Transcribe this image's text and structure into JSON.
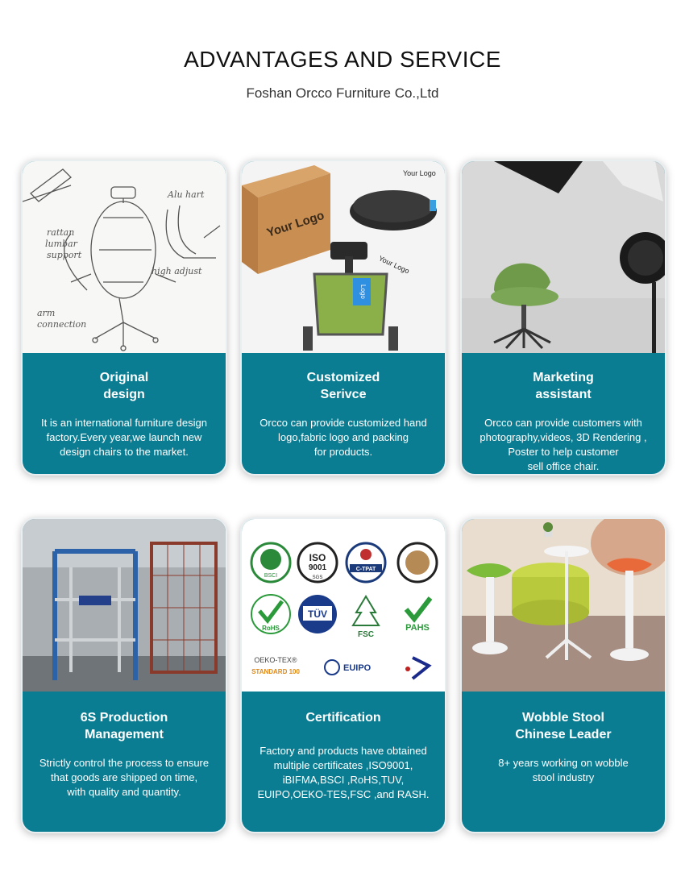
{
  "header": {
    "title": "ADVANTAGES AND SERVICE",
    "subtitle": "Foshan Orcco Furniture Co.,Ltd"
  },
  "cards": [
    {
      "title_line1": "Original",
      "title_line2": "design",
      "desc_lines": [
        "It is an international furniture design",
        "factory.Every year,we launch new",
        "design chairs to the market."
      ],
      "image_labels": [
        "Alu hart",
        "rattan",
        "lumbar",
        "support",
        "arm",
        "connection",
        "high adjust"
      ]
    },
    {
      "title_line1": "Customized",
      "title_line2": "Serivce",
      "desc_lines": [
        "Orcco can provide  customized hand",
        "logo,fabric logo and packing",
        "for products."
      ],
      "image_labels": [
        "Your Logo",
        "Your Logo",
        "Your Logo",
        "Logo"
      ]
    },
    {
      "title_line1": "Marketing",
      "title_line2": "assistant",
      "desc_lines": [
        "Orcco can provide customers with",
        "photography,videos, 3D Rendering ,",
        "Poster to help customer",
        "sell office chair."
      ]
    },
    {
      "title_line1": "6S Production",
      "title_line2": "Management",
      "desc_lines": [
        "Strictly control the process to ensure",
        "that goods are shipped on time,",
        "with quality and quantity."
      ]
    },
    {
      "title_line1": "Certification",
      "title_line2": "",
      "desc_lines": [
        "Factory and products have obtained",
        "multiple certificates ,ISO9001,",
        "iBIFMA,BSCI ,RoHS,TUV,",
        "EUIPO,OEKO-TES,FSC ,and RASH."
      ],
      "certs": {
        "bsci": "BSCI",
        "iso": "ISO",
        "iso_num": "9001",
        "sgs": "SGS",
        "ctpat": "C-TPAT",
        "rohs": "RoHS",
        "tuv": "TÜV",
        "fsc": "FSC",
        "pahs": "PAHS",
        "oeko_top": "OEKO-TEX®",
        "oeko_bottom": "STANDARD 100",
        "euipo": "EUIPO"
      }
    },
    {
      "title_line1": "Wobble Stool",
      "title_line2": "Chinese Leader",
      "desc_lines": [
        "8+ years working on wobble",
        "stool industry"
      ]
    }
  ],
  "colors": {
    "caption_bg": "#0b7d92",
    "chair_green": "#7aa33a",
    "stool_orange": "#e86a3a"
  }
}
